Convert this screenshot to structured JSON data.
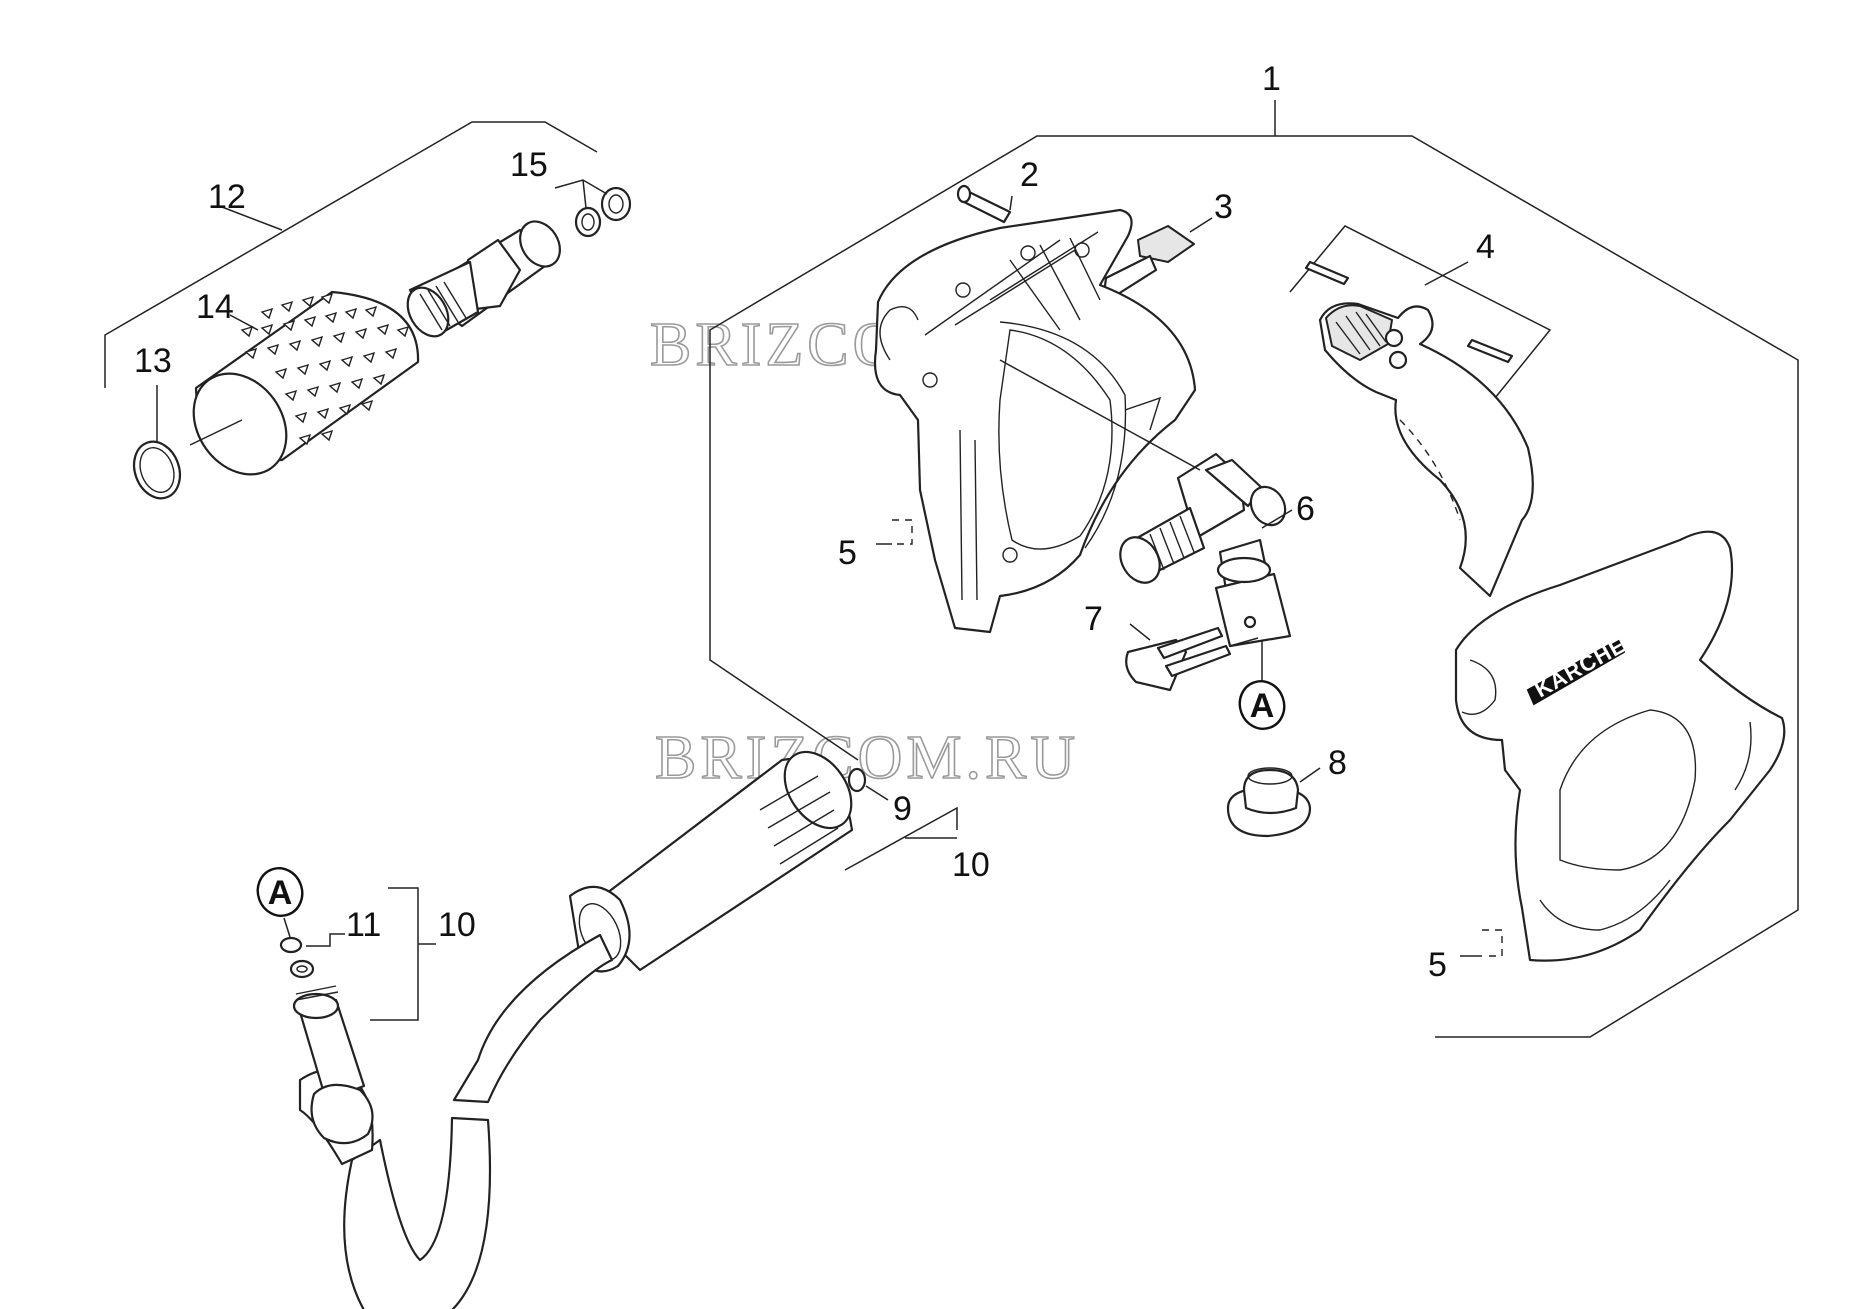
{
  "watermark": "BRIZCOM.RU",
  "brand_logo": "KÄRCHER",
  "callouts": {
    "c1": "1",
    "c2": "2",
    "c3": "3",
    "c4": "4",
    "c5a": "5",
    "c5b": "5",
    "c6": "6",
    "c7": "7",
    "c8": "8",
    "c9": "9",
    "c10a": "10",
    "c10b": "10",
    "c11": "11",
    "c12": "12",
    "c13": "13",
    "c14": "14",
    "c15": "15"
  },
  "connection_marks": {
    "a_upper": "A",
    "a_lower": "A"
  }
}
